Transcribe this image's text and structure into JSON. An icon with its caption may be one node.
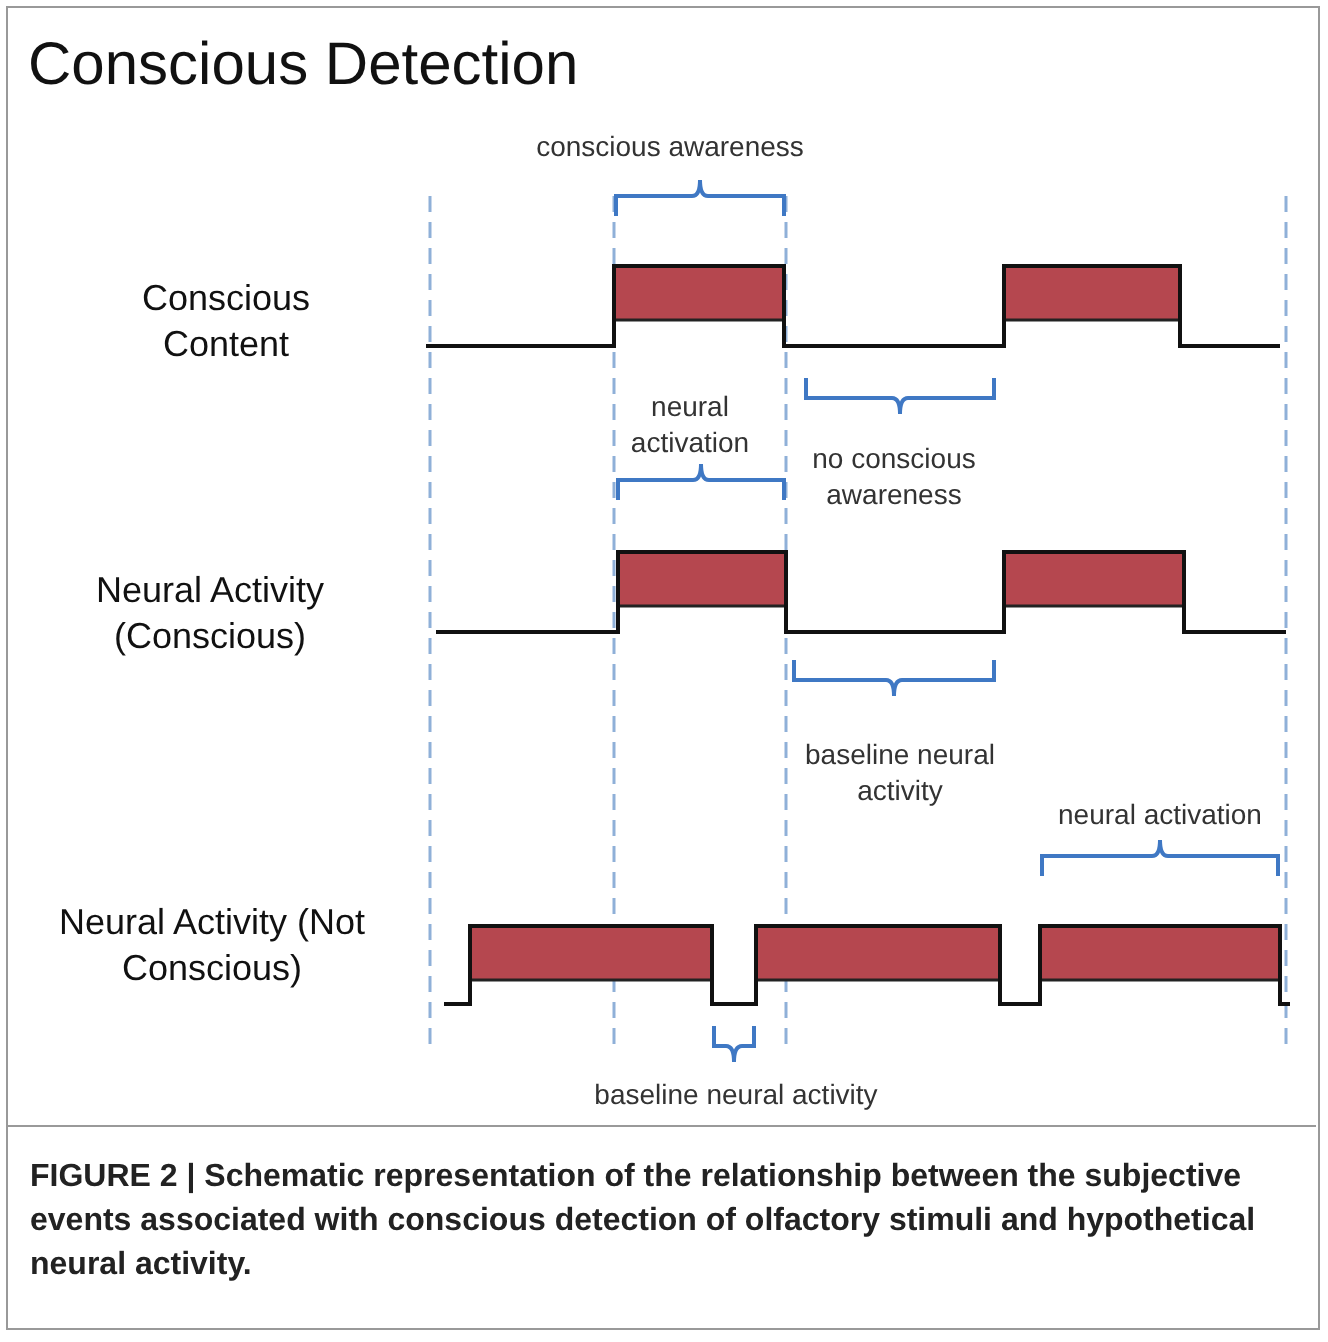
{
  "diagram": {
    "title": "Conscious Detection",
    "caption": "FIGURE 2 | Schematic representation of the relationship between the subjective events associated with conscious detection of olfactory stimuli and hypothetical neural activity.",
    "labels": [
      "conscious awareness",
      "Conscious Content",
      "neural activation",
      "no conscious awareness",
      "Neural Activity (Conscious)",
      "baseline neural activity",
      "neural activation",
      "Neural Activity (Not Conscious)",
      "baseline neural activity"
    ]
  }
}
